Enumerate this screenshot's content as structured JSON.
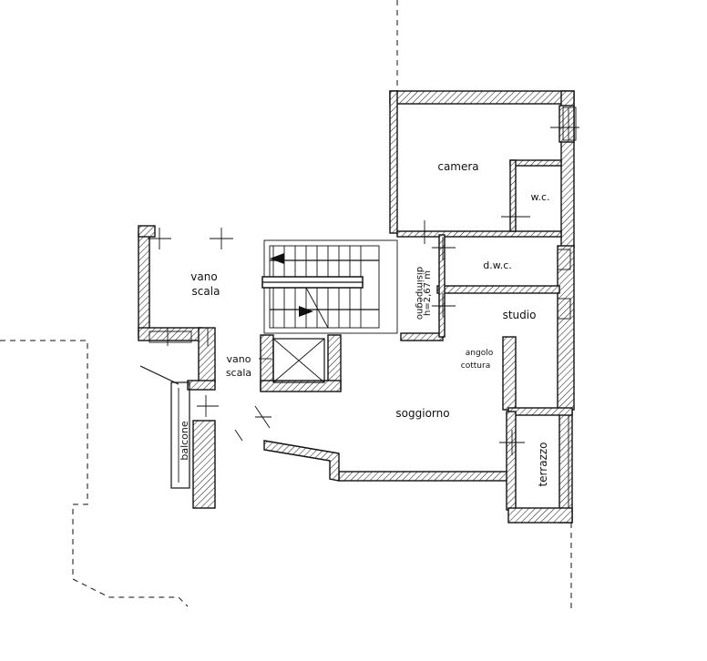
{
  "rooms": {
    "camera": "camera",
    "wc": "w.c.",
    "dwc": "d.w.c.",
    "disimpegno": "disimpegno",
    "height": "h=2,67 m",
    "studio": "studio",
    "angolo": "angolo",
    "cottura": "cottura",
    "soggiorno": "soggiorno",
    "terrazzo": "terrazzo",
    "balcone": "balcone",
    "vano1": "vano",
    "scala1": "scala",
    "vano2": "vano",
    "scala2": "scala"
  }
}
